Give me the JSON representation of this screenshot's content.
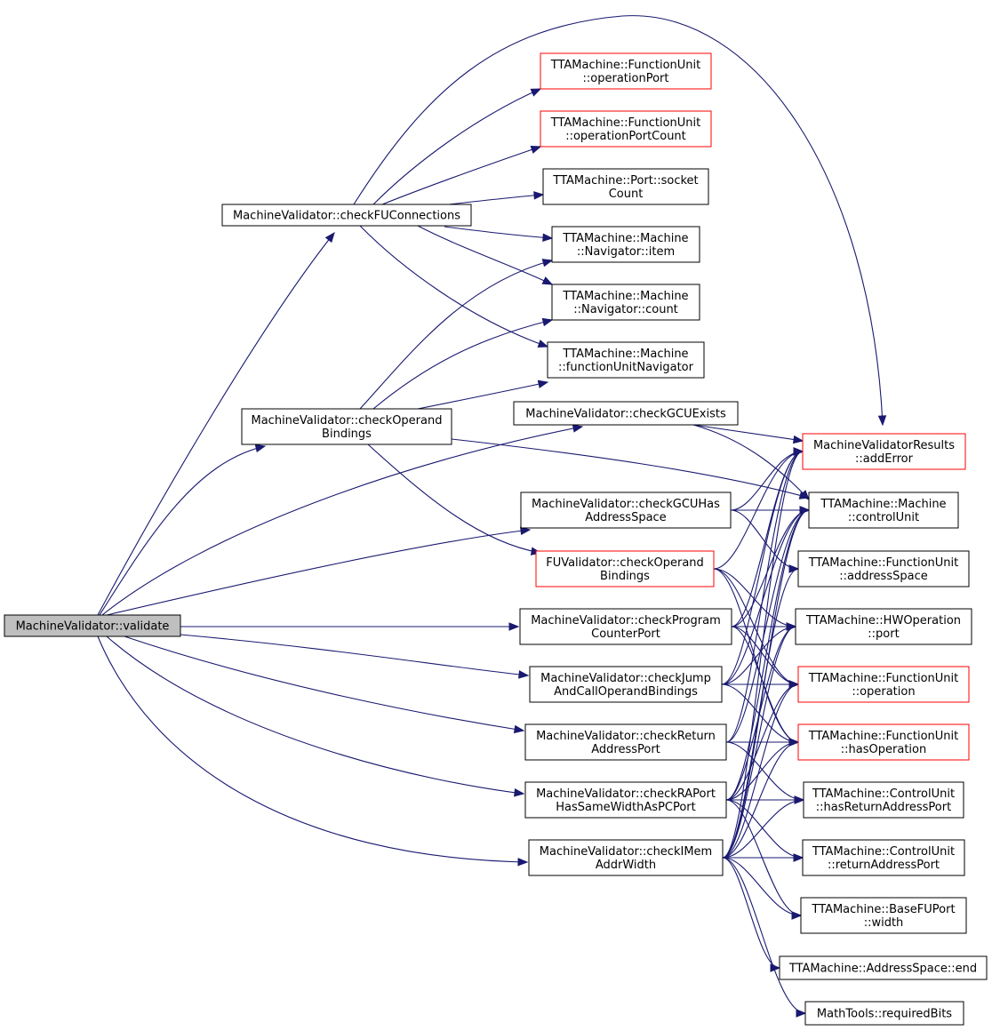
{
  "colors": {
    "edge": "#191970",
    "node_border_default": "#000000",
    "node_border_truncated": "#ff0000",
    "root_fill": "#bfbfbf",
    "node_fill": "#ffffff"
  },
  "nodes": [
    {
      "id": "validate",
      "lines": [
        "MachineValidator::validate"
      ],
      "root": true,
      "truncated": false
    },
    {
      "id": "checkFUConnections",
      "lines": [
        "MachineValidator::checkFUConnections"
      ],
      "truncated": false
    },
    {
      "id": "checkOperandBindings",
      "lines": [
        "MachineValidator::checkOperand",
        "Bindings"
      ],
      "truncated": false
    },
    {
      "id": "checkGCUExists",
      "lines": [
        "MachineValidator::checkGCUExists"
      ],
      "truncated": false
    },
    {
      "id": "checkGCUHasAddressSpace",
      "lines": [
        "MachineValidator::checkGCUHas",
        "AddressSpace"
      ],
      "truncated": false
    },
    {
      "id": "fuValidatorCheckOperandBindings",
      "lines": [
        "FUValidator::checkOperand",
        "Bindings"
      ],
      "truncated": true
    },
    {
      "id": "checkProgramCounterPort",
      "lines": [
        "MachineValidator::checkProgram",
        "CounterPort"
      ],
      "truncated": false
    },
    {
      "id": "checkJumpAndCallOperandBindings",
      "lines": [
        "MachineValidator::checkJump",
        "AndCallOperandBindings"
      ],
      "truncated": false
    },
    {
      "id": "checkReturnAddressPort",
      "lines": [
        "MachineValidator::checkReturn",
        "AddressPort"
      ],
      "truncated": false
    },
    {
      "id": "checkRAPortHasSameWidthAsPCPort",
      "lines": [
        "MachineValidator::checkRAPort",
        "HasSameWidthAsPCPort"
      ],
      "truncated": false
    },
    {
      "id": "checkIMemAddrWidth",
      "lines": [
        "MachineValidator::checkIMem",
        "AddrWidth"
      ],
      "truncated": false
    },
    {
      "id": "operationPort",
      "lines": [
        "TTAMachine::FunctionUnit",
        "::operationPort"
      ],
      "truncated": true
    },
    {
      "id": "operationPortCount",
      "lines": [
        "TTAMachine::FunctionUnit",
        "::operationPortCount"
      ],
      "truncated": true
    },
    {
      "id": "socketCount",
      "lines": [
        "TTAMachine::Port::socket",
        "Count"
      ],
      "truncated": false
    },
    {
      "id": "navigatorItem",
      "lines": [
        "TTAMachine::Machine",
        "::Navigator::item"
      ],
      "truncated": false
    },
    {
      "id": "navigatorCount",
      "lines": [
        "TTAMachine::Machine",
        "::Navigator::count"
      ],
      "truncated": false
    },
    {
      "id": "functionUnitNavigator",
      "lines": [
        "TTAMachine::Machine",
        "::functionUnitNavigator"
      ],
      "truncated": false
    },
    {
      "id": "addError",
      "lines": [
        "MachineValidatorResults",
        "::addError"
      ],
      "truncated": true
    },
    {
      "id": "controlUnit",
      "lines": [
        "TTAMachine::Machine",
        "::controlUnit"
      ],
      "truncated": false
    },
    {
      "id": "addressSpace",
      "lines": [
        "TTAMachine::FunctionUnit",
        "::addressSpace"
      ],
      "truncated": false
    },
    {
      "id": "hwOperationPort",
      "lines": [
        "TTAMachine::HWOperation",
        "::port"
      ],
      "truncated": false
    },
    {
      "id": "fuOperation",
      "lines": [
        "TTAMachine::FunctionUnit",
        "::operation"
      ],
      "truncated": true
    },
    {
      "id": "hasOperation",
      "lines": [
        "TTAMachine::FunctionUnit",
        "::hasOperation"
      ],
      "truncated": true
    },
    {
      "id": "hasReturnAddressPort",
      "lines": [
        "TTAMachine::ControlUnit",
        "::hasReturnAddressPort"
      ],
      "truncated": false
    },
    {
      "id": "returnAddressPort",
      "lines": [
        "TTAMachine::ControlUnit",
        "::returnAddressPort"
      ],
      "truncated": false
    },
    {
      "id": "baseFUPortWidth",
      "lines": [
        "TTAMachine::BaseFUPort",
        "::width"
      ],
      "truncated": false
    },
    {
      "id": "addressSpaceEnd",
      "lines": [
        "TTAMachine::AddressSpace::end"
      ],
      "truncated": false
    },
    {
      "id": "requiredBits",
      "lines": [
        "MathTools::requiredBits"
      ],
      "truncated": false
    }
  ],
  "edges": [
    [
      "validate",
      "checkFUConnections"
    ],
    [
      "validate",
      "checkOperandBindings"
    ],
    [
      "validate",
      "checkGCUExists"
    ],
    [
      "validate",
      "checkGCUHasAddressSpace"
    ],
    [
      "validate",
      "checkProgramCounterPort"
    ],
    [
      "validate",
      "checkJumpAndCallOperandBindings"
    ],
    [
      "validate",
      "checkReturnAddressPort"
    ],
    [
      "validate",
      "checkRAPortHasSameWidthAsPCPort"
    ],
    [
      "validate",
      "checkIMemAddrWidth"
    ],
    [
      "checkFUConnections",
      "operationPort"
    ],
    [
      "checkFUConnections",
      "operationPortCount"
    ],
    [
      "checkFUConnections",
      "socketCount"
    ],
    [
      "checkFUConnections",
      "navigatorItem"
    ],
    [
      "checkFUConnections",
      "navigatorCount"
    ],
    [
      "checkFUConnections",
      "functionUnitNavigator"
    ],
    [
      "checkFUConnections",
      "addError"
    ],
    [
      "checkOperandBindings",
      "navigatorItem"
    ],
    [
      "checkOperandBindings",
      "navigatorCount"
    ],
    [
      "checkOperandBindings",
      "functionUnitNavigator"
    ],
    [
      "checkOperandBindings",
      "fuValidatorCheckOperandBindings"
    ],
    [
      "checkOperandBindings",
      "controlUnit"
    ],
    [
      "checkGCUExists",
      "addError"
    ],
    [
      "checkGCUExists",
      "controlUnit"
    ],
    [
      "checkGCUHasAddressSpace",
      "addError"
    ],
    [
      "checkGCUHasAddressSpace",
      "controlUnit"
    ],
    [
      "checkGCUHasAddressSpace",
      "addressSpace"
    ],
    [
      "fuValidatorCheckOperandBindings",
      "addError"
    ],
    [
      "fuValidatorCheckOperandBindings",
      "hwOperationPort"
    ],
    [
      "fuValidatorCheckOperandBindings",
      "fuOperation"
    ],
    [
      "fuValidatorCheckOperandBindings",
      "hasOperation"
    ],
    [
      "checkProgramCounterPort",
      "addError"
    ],
    [
      "checkProgramCounterPort",
      "controlUnit"
    ],
    [
      "checkProgramCounterPort",
      "hwOperationPort"
    ],
    [
      "checkProgramCounterPort",
      "fuOperation"
    ],
    [
      "checkProgramCounterPort",
      "hasOperation"
    ],
    [
      "checkJumpAndCallOperandBindings",
      "addError"
    ],
    [
      "checkJumpAndCallOperandBindings",
      "controlUnit"
    ],
    [
      "checkJumpAndCallOperandBindings",
      "hwOperationPort"
    ],
    [
      "checkJumpAndCallOperandBindings",
      "fuOperation"
    ],
    [
      "checkJumpAndCallOperandBindings",
      "hasOperation"
    ],
    [
      "checkReturnAddressPort",
      "addError"
    ],
    [
      "checkReturnAddressPort",
      "controlUnit"
    ],
    [
      "checkReturnAddressPort",
      "hasOperation"
    ],
    [
      "checkReturnAddressPort",
      "hasReturnAddressPort"
    ],
    [
      "checkRAPortHasSameWidthAsPCPort",
      "controlUnit"
    ],
    [
      "checkRAPortHasSameWidthAsPCPort",
      "hwOperationPort"
    ],
    [
      "checkRAPortHasSameWidthAsPCPort",
      "fuOperation"
    ],
    [
      "checkRAPortHasSameWidthAsPCPort",
      "hasOperation"
    ],
    [
      "checkRAPortHasSameWidthAsPCPort",
      "hasReturnAddressPort"
    ],
    [
      "checkRAPortHasSameWidthAsPCPort",
      "returnAddressPort"
    ],
    [
      "checkRAPortHasSameWidthAsPCPort",
      "baseFUPortWidth"
    ],
    [
      "checkIMemAddrWidth",
      "addError"
    ],
    [
      "checkIMemAddrWidth",
      "controlUnit"
    ],
    [
      "checkIMemAddrWidth",
      "addressSpace"
    ],
    [
      "checkIMemAddrWidth",
      "hwOperationPort"
    ],
    [
      "checkIMemAddrWidth",
      "fuOperation"
    ],
    [
      "checkIMemAddrWidth",
      "hasOperation"
    ],
    [
      "checkIMemAddrWidth",
      "hasReturnAddressPort"
    ],
    [
      "checkIMemAddrWidth",
      "returnAddressPort"
    ],
    [
      "checkIMemAddrWidth",
      "baseFUPortWidth"
    ],
    [
      "checkIMemAddrWidth",
      "addressSpaceEnd"
    ],
    [
      "checkIMemAddrWidth",
      "requiredBits"
    ]
  ]
}
